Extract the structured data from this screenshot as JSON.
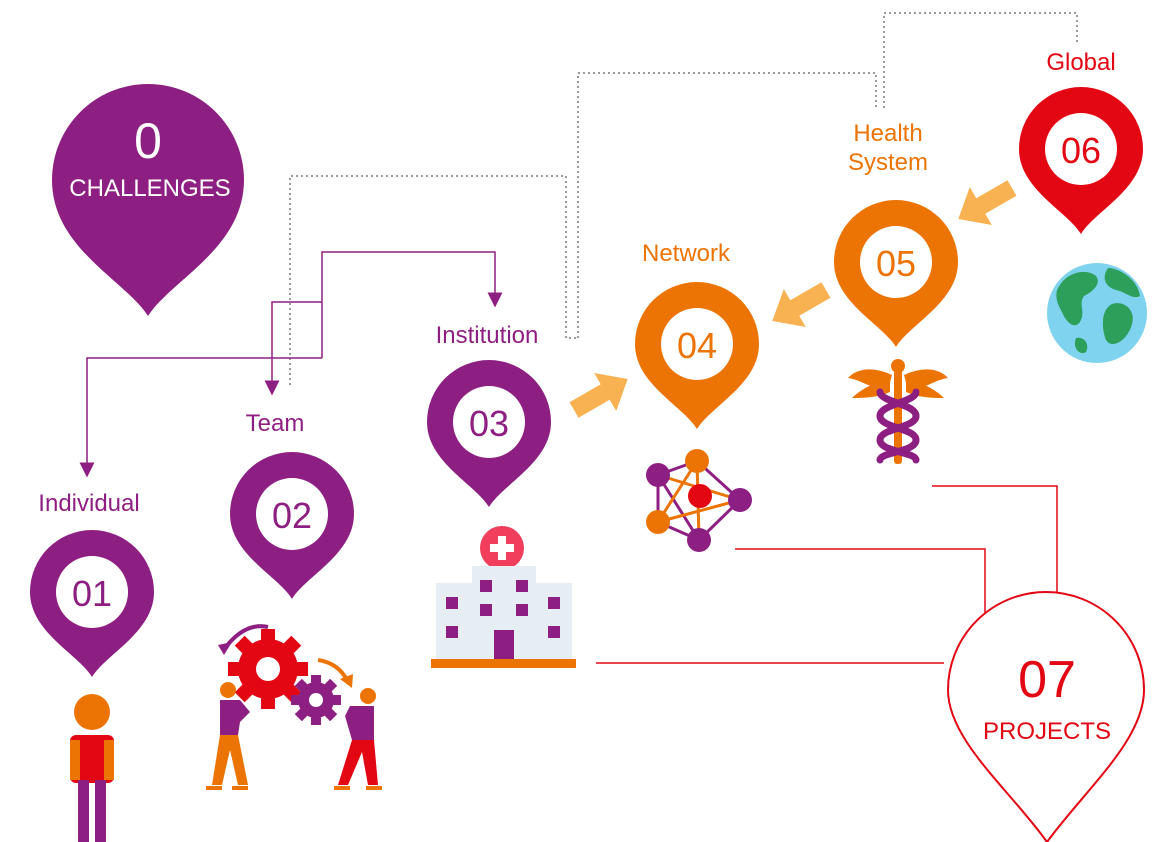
{
  "challenges": {
    "number": "0",
    "label": "CHALLENGES"
  },
  "levels": [
    {
      "id": "01",
      "label": "Individual"
    },
    {
      "id": "02",
      "label": "Team"
    },
    {
      "id": "03",
      "label": "Institution"
    },
    {
      "id": "04",
      "label": "Network"
    },
    {
      "id": "05",
      "label": "Health",
      "label2": "System"
    },
    {
      "id": "06",
      "label": "Global"
    }
  ],
  "projects": {
    "number": "07",
    "label": "PROJECTS"
  },
  "colors": {
    "purple": "#8e1f82",
    "orange": "#ec7404",
    "red": "#e30613",
    "arrow": "#f9b252",
    "dotted": "#9a9a9a"
  }
}
